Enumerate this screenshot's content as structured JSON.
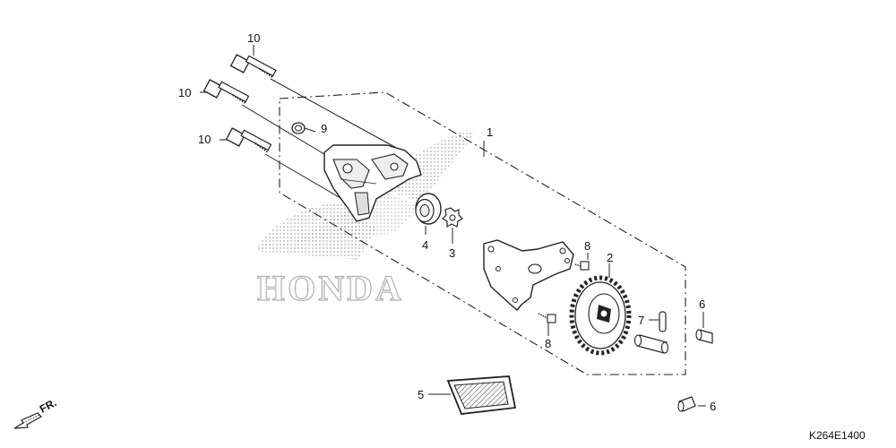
{
  "watermark": {
    "brand": "HONDA"
  },
  "callouts": {
    "c10a": "10",
    "c10b": "10",
    "c10c": "10",
    "c9": "9",
    "c1": "1",
    "c4": "4",
    "c3": "3",
    "c8a": "8",
    "c8b": "8",
    "c2": "2",
    "c7": "7",
    "c6a": "6",
    "c6b": "6",
    "c5": "5"
  },
  "direction_marker": {
    "label": "FR.",
    "icon": "front-arrow-icon"
  },
  "diagram_code": "K264E1400"
}
